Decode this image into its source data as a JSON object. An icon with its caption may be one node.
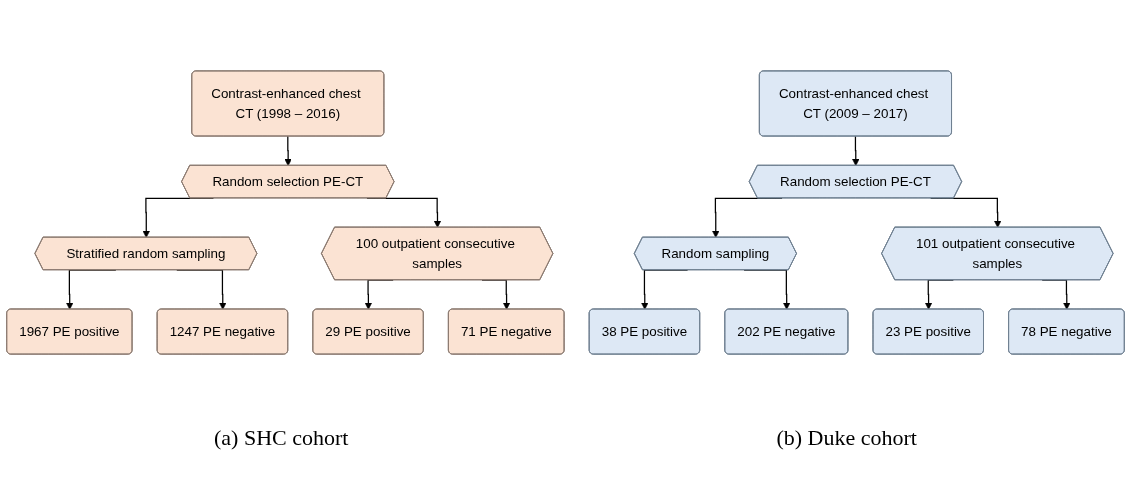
{
  "diagram": {
    "nodes": [
      {
        "text": [
          "Contrast-enhanced chest CT (1998 – 2016)"
        ]
      },
      {
        "text": [
          "Random selection PE-CT"
        ]
      },
      {
        "text": [
          "Stratified random sampling"
        ]
      },
      {
        "text": [
          "100 outpatient consecutive samples"
        ]
      },
      {
        "text": [
          "1967 PE positive"
        ]
      },
      {
        "text": [
          "1247 PE negative"
        ]
      },
      {
        "text": [
          "29 PE positive"
        ]
      },
      {
        "text": [
          "71 PE negative"
        ]
      },
      {
        "text": [
          "Contrast-enhanced chest CT (2009 – 2017)"
        ]
      },
      {
        "text": [
          "Random selection PE-CT"
        ]
      },
      {
        "text": [
          "Random sampling"
        ]
      },
      {
        "text": [
          "101 outpatient consecutive samples"
        ]
      },
      {
        "text": [
          "38 PE positive"
        ]
      },
      {
        "text": [
          "202 PE negative"
        ]
      },
      {
        "text": [
          "23 PE positive"
        ]
      },
      {
        "text": [
          "78 PE negative"
        ]
      }
    ],
    "edges": [
      {
        "from": 0,
        "to": 1,
        "arrow": "to"
      },
      {
        "from": 1,
        "to": 2,
        "arrow": "to"
      },
      {
        "from": 1,
        "to": 3,
        "arrow": "to"
      },
      {
        "from": 2,
        "to": 4,
        "arrow": "to"
      },
      {
        "from": 2,
        "to": 5,
        "arrow": "to"
      },
      {
        "from": 3,
        "to": 6,
        "arrow": "to"
      },
      {
        "from": 3,
        "to": 7,
        "arrow": "to"
      },
      {
        "from": 8,
        "to": 9,
        "arrow": "to"
      },
      {
        "from": 9,
        "to": 10,
        "arrow": "to"
      },
      {
        "from": 9,
        "to": 11,
        "arrow": "to"
      },
      {
        "from": 10,
        "to": 12,
        "arrow": "to"
      },
      {
        "from": 10,
        "to": 13,
        "arrow": "to"
      },
      {
        "from": 11,
        "to": 14,
        "arrow": "to"
      },
      {
        "from": 11,
        "to": 15,
        "arrow": "to"
      }
    ],
    "labels": [
      "(a) SHC cohort",
      "(b) Duke cohort"
    ]
  }
}
